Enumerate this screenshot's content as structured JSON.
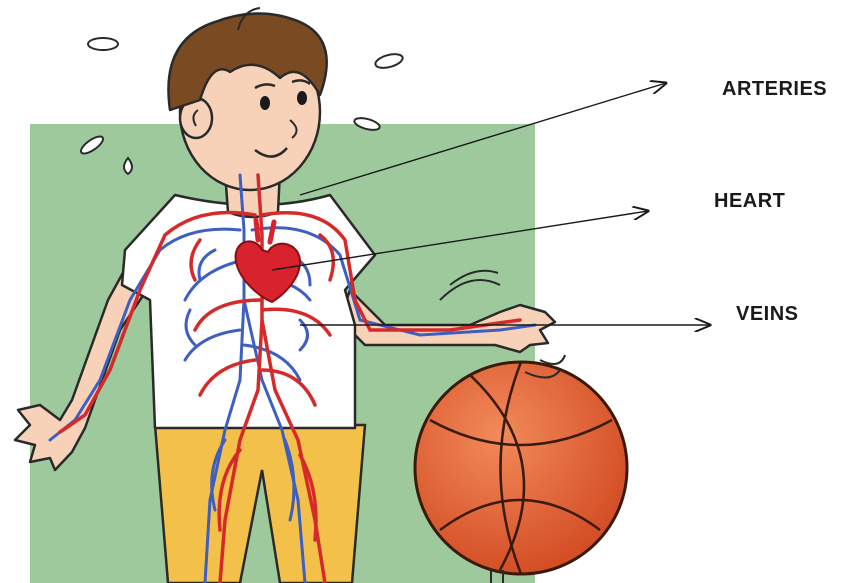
{
  "labels": {
    "arteries": "ARTERIES",
    "heart": "HEART",
    "veins": "VEINS"
  },
  "colors": {
    "background_panel": "#9dc99d",
    "skin": "#f7d2b8",
    "hair": "#7a4a22",
    "shirt": "#ffffff",
    "pants": "#f3c04a",
    "artery": "#d62a2a",
    "vein": "#3d5fc2",
    "heart": "#d8222e",
    "ball": "#e0582c",
    "outline": "#2a2a2a"
  },
  "icons": {
    "heart": "heart-icon",
    "ball": "basketball-icon",
    "sweat": "sweat-drop-icon"
  }
}
